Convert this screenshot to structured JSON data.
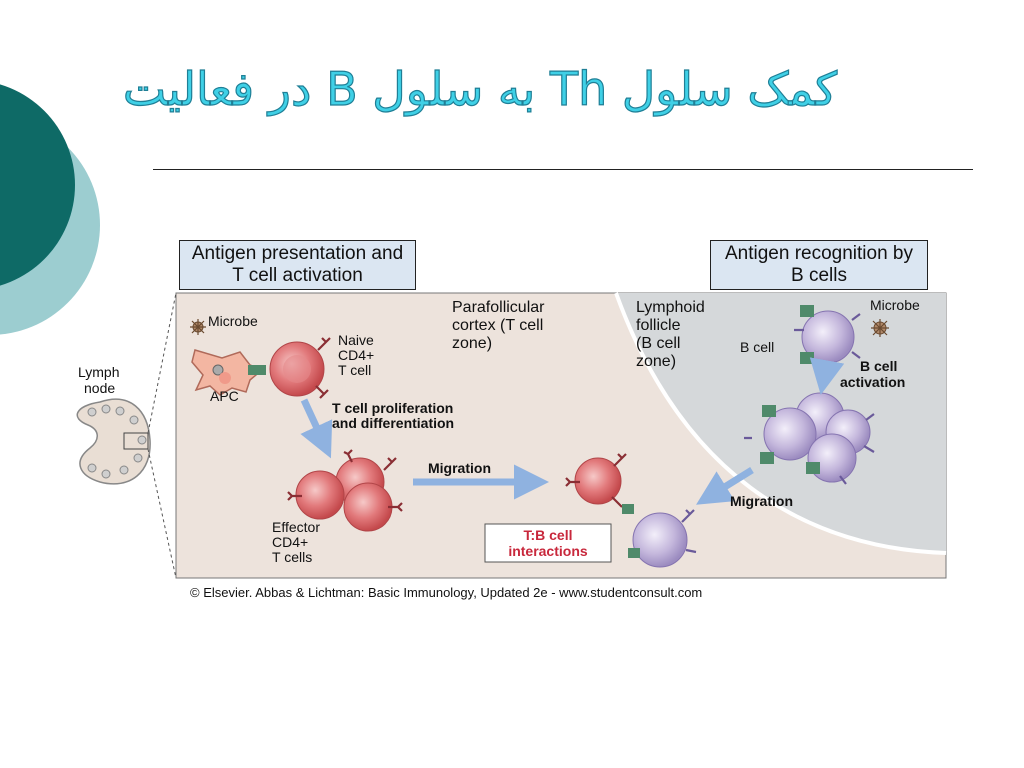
{
  "slide": {
    "title": "کمک سلول Th به سلول B در فعالیت",
    "credit": "© Elsevier. Abbas & Lichtman: Basic Immunology, Updated 2e - www.studentconsult.com"
  },
  "diagram": {
    "header_left": "Antigen presentation and T cell activation",
    "header_right": "Antigen recognition by B cells",
    "lymph_node": [
      "Lymph",
      "node"
    ],
    "microbe_left": "Microbe",
    "apc": "APC",
    "naive": [
      "Naive",
      "CD4+",
      "T cell"
    ],
    "prolif": [
      "T cell proliferation",
      "and differentiation"
    ],
    "effector": [
      "Effector",
      "CD4+",
      "T cells"
    ],
    "migration_left": "Migration",
    "parafollicular": [
      "Parafollicular",
      "cortex (T cell",
      "zone)"
    ],
    "follicle": [
      "Lymphoid",
      "follicle",
      "(B cell",
      "zone)"
    ],
    "microbe_right": "Microbe",
    "bcell": "B cell",
    "bact": [
      "B cell",
      "activation"
    ],
    "migration_right": "Migration",
    "tb": [
      "T:B cell",
      "interactions"
    ],
    "colors": {
      "title": "#3fd0e6",
      "teal_dark": "#0e6a66",
      "teal_light": "#9ccdd0",
      "panel_beige": "#ede3dc",
      "follicle_gray": "#d5d8da",
      "t_cell": "#e27a7c",
      "b_cell": "#c4b7dc",
      "arrow": "#8fb2e0",
      "tb_label": "#c8283c"
    }
  }
}
